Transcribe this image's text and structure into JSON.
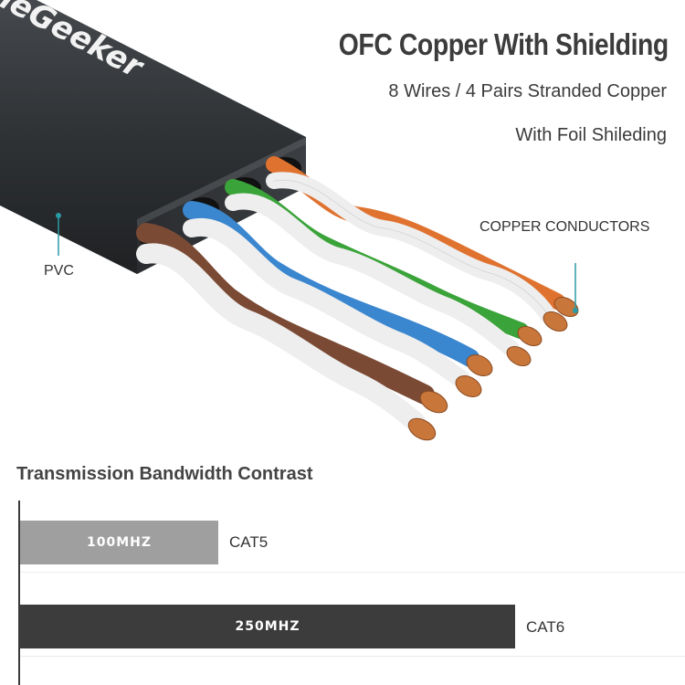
{
  "brand": {
    "logo_text": "leGeeker"
  },
  "header": {
    "title": "OFC Copper With Shielding",
    "subtitle_line1": "8 Wires / 4 Pairs Stranded Copper",
    "subtitle_line2": "With Foil Shileding"
  },
  "callouts": {
    "copper": "COPPER CONDUCTORS",
    "pvc": "PVC"
  },
  "colors": {
    "jacket": "#2e3033",
    "accent_teal": "#2a9aa4",
    "orange": "#e0722f",
    "green": "#3aa339",
    "blue": "#3a86cf",
    "brown": "#7a4a34",
    "copper": "#c9763a",
    "bar_cat5": "#9f9f9f",
    "bar_cat6": "#3c3c3c"
  },
  "chart_data": {
    "type": "bar",
    "orientation": "horizontal",
    "title": "Transmission Bandwidth Contrast",
    "categories": [
      "CAT5",
      "CAT6"
    ],
    "values": [
      100,
      250
    ],
    "data_labels": [
      "100MHZ",
      "250MHZ"
    ],
    "xlim": [
      0,
      330
    ],
    "grid": false
  }
}
